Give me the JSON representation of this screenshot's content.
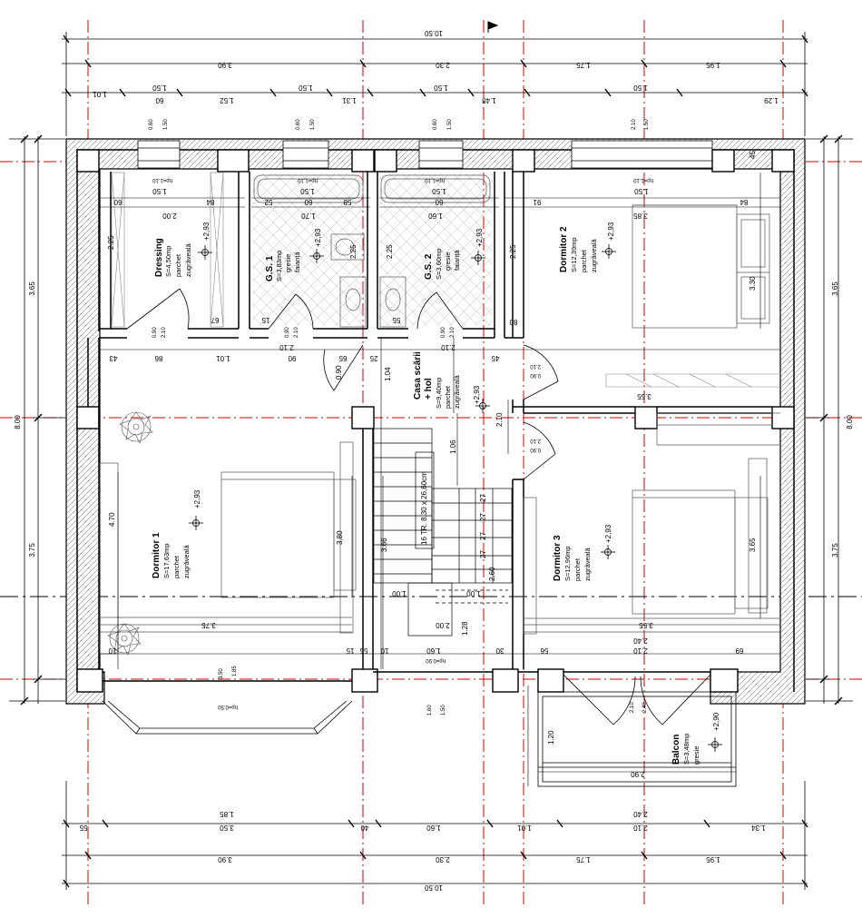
{
  "dims": {
    "total": "10.50",
    "top_row2": [
      "3.90",
      "2.30",
      "1.75",
      "1.95"
    ],
    "top_row3": [
      "1.01",
      "1.50",
      "60",
      "1.52",
      "1.50",
      "1.31",
      "1.50",
      "1.48",
      "1.50",
      "1.29"
    ],
    "bottom_row1": [
      "55",
      "1.85",
      "3.50",
      "40",
      "1.60",
      "1.01",
      "2.40",
      "2.10",
      "1.34"
    ],
    "bottom_row2": [
      "3.90",
      "2.30",
      "1.75",
      "1.95"
    ],
    "bottom_total": "10.50",
    "left_outer": "8.00",
    "left_parts": [
      "3.65",
      "3.75"
    ],
    "right_outer": "8.00",
    "right_parts": [
      "3.65",
      "3.75"
    ]
  },
  "window_marks": {
    "w1": [
      "0.60",
      "1.50"
    ],
    "w2": [
      "0.60",
      "1.50"
    ],
    "w3": [
      "0.60",
      "1.50"
    ],
    "w4": [
      "2.10",
      "1.50"
    ]
  },
  "rooms": {
    "dressing": {
      "name": "Dressing",
      "area": "S=4,50mp",
      "floor": "parchet",
      "finish": "zugrăveală",
      "level": "+2,93"
    },
    "gs1": {
      "name": "G.S. 1",
      "area": "S=3,83mp",
      "floor": "gresie",
      "finish": "faianță",
      "level": "+2,93"
    },
    "gs2": {
      "name": "G.S. 2",
      "area": "S=3,60mp",
      "floor": "gresie",
      "finish": "faianță",
      "level": "+2,93"
    },
    "dormitor2": {
      "name": "Dormitor 2",
      "area": "S=12,39mp",
      "floor": "parchet",
      "finish": "zugrăveală",
      "level": "+2,93"
    },
    "casa_scarii": {
      "name": "Casa scării",
      "name2": "+ hol",
      "area": "S=9,40mp",
      "floor": "parchet",
      "finish": "zugrăveală",
      "level": "+2,93"
    },
    "dormitor1": {
      "name": "Dormitor 1",
      "area": "S=17,63mp",
      "floor": "parchet",
      "finish": "zugrăveală",
      "level": "+2,93"
    },
    "dormitor3": {
      "name": "Dormitor 3",
      "area": "S=12,96mp",
      "floor": "parchet",
      "finish": "zugrăveală",
      "level": "+2,93"
    },
    "balcon": {
      "name": "Balcon",
      "area": "S=3,48mp",
      "floor": "gresie",
      "level": "+2,90"
    }
  },
  "inner_dims": {
    "hp1": "hp=1.10",
    "hp2": "hp=1.10",
    "hp3": "hp=1.10",
    "hp4": "hp=1.10",
    "d150a": "1.50",
    "d150b": "1.50",
    "d150c": "1.50",
    "d150d": "1.50",
    "d60a": "60",
    "d84a": "84",
    "d52": "52",
    "d60b": "60",
    "d58": "58",
    "d60c": "60",
    "d91": "91",
    "d84b": "84",
    "w200": "2.00",
    "w170": "1.70",
    "w160": "1.60",
    "w385": "3.85",
    "h225a": "2.25",
    "h225b": "2.25",
    "h225c": "2.25",
    "h225d": "2.25",
    "h330": "3.30",
    "h45": "45",
    "d67": "67",
    "d15": "15",
    "d55": "55",
    "d80": "80",
    "door090a": "0.90",
    "door210a": "2.10",
    "door090b": "0.90",
    "door210b": "2.10",
    "door090c": "0.90",
    "door210c": "2.10",
    "r43": "43",
    "r86": "86",
    "r101": "1.01",
    "r90": "90",
    "r65": "65",
    "r25": "25",
    "r45": "45",
    "c090": "0.90",
    "c210": "2.10",
    "c104": "1.04",
    "c106": "1.06",
    "c210b": "2.10",
    "c210c": "2.10",
    "ws210a": "2.10",
    "ws090a": "0.90",
    "ws210b": "2.10",
    "ws090b": "0.90",
    "d355a": "3.55",
    "d470": "4.70",
    "d380": "3.80",
    "d366": "3.66",
    "stair": "16 TR. 8,30 x 26,60cm",
    "s27": [
      "27",
      "27",
      "27",
      "27"
    ],
    "s260": "2.60",
    "d100a": "1.00",
    "d100b": "1.00",
    "d200": "2.00",
    "d128": "1.28",
    "d375": "3.75",
    "d355b": "3.55",
    "d365": "3.65",
    "b10": "10",
    "b15": "15",
    "b55": "55",
    "b10b": "10",
    "b160": "1.60",
    "b30": "30",
    "b56": "56",
    "b240": "2.40",
    "b210": "2.10",
    "b69": "69",
    "bhp": "hp=0.90",
    "w350": "3.50",
    "w185": "1.85",
    "hp050": "hp=0.50",
    "e160": "1.60",
    "e150": "1.50",
    "bal120": "1.20",
    "bal290": "2.90",
    "bal210": "2.10",
    "bal240": "2.40"
  },
  "axis_color": "#d10000"
}
